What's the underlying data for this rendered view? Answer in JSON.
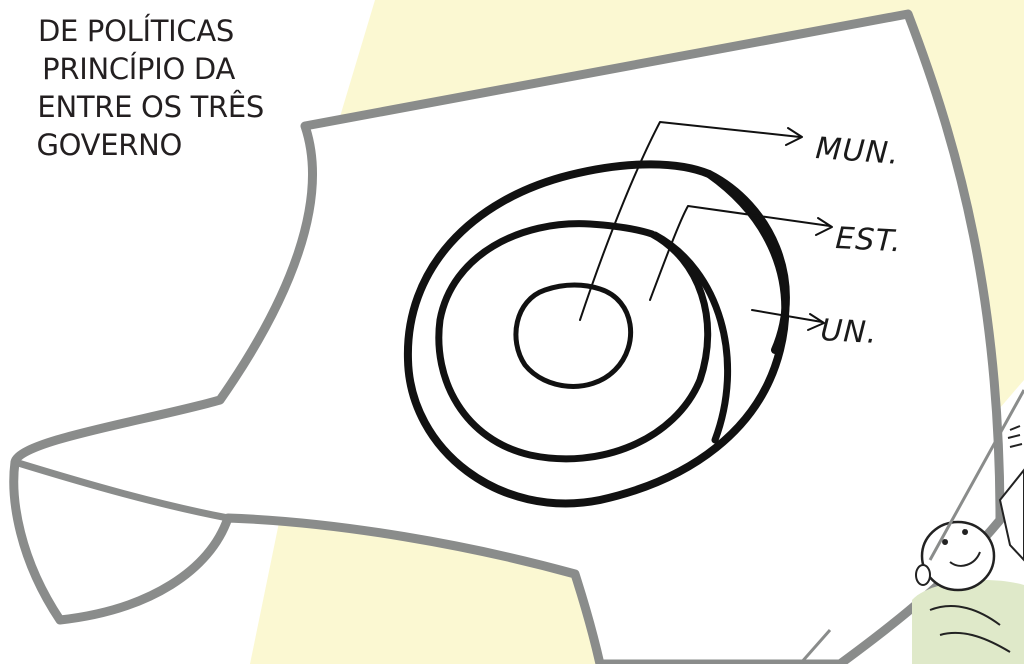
{
  "caption": {
    "lines": [
      "DE POLÍTICAS",
      "PRINCÍPIO DA",
      "ENTRE OS TRÊS",
      "GOVERNO"
    ]
  },
  "diagram": {
    "labels": {
      "municipal": "MUN.",
      "state": "EST.",
      "union": "UN."
    }
  },
  "colors": {
    "highlight": "#fbf8d2",
    "paper_outline": "#8a8c8b",
    "ink": "#111111",
    "shirt": "#dfe9c9"
  }
}
